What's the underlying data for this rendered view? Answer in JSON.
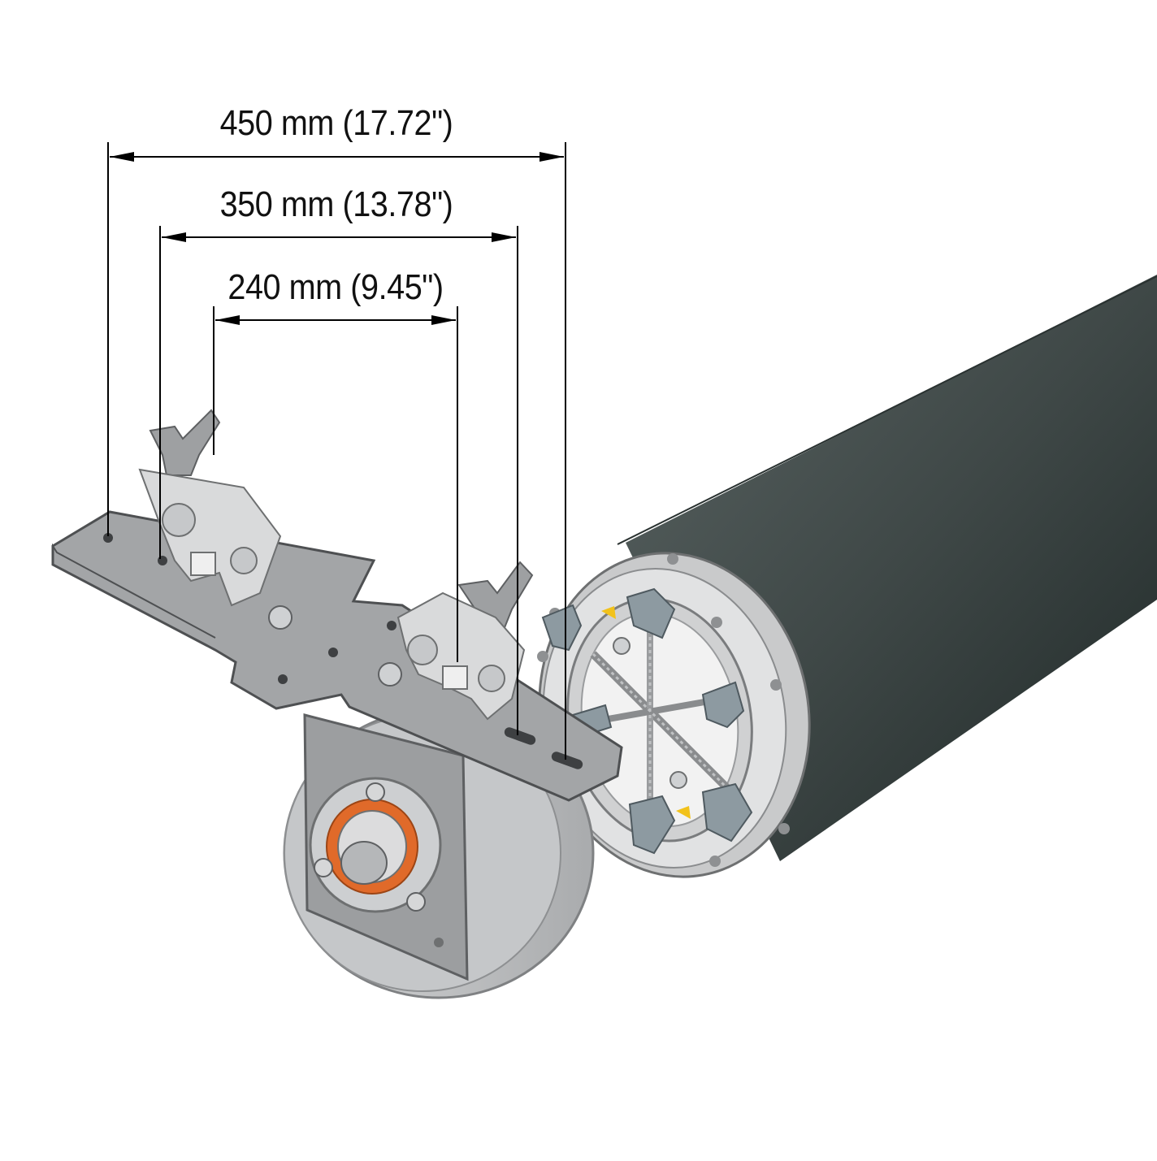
{
  "dimensions": [
    {
      "id": "outer",
      "label": "450 mm (17.72\")"
    },
    {
      "id": "middle",
      "label": "350 mm (13.78\")"
    },
    {
      "id": "inner",
      "label": "240 mm (9.45\")"
    }
  ],
  "colors": {
    "background": "#ffffff",
    "dimension_line": "#000000",
    "plate": "#9a9c9e",
    "clamp": "#cfd1d3",
    "wheel": "#bdbfc1",
    "tube": "#3f4747",
    "flange": "#d7d8d9",
    "bearing_ring": "#e06a2a",
    "accent_yellow": "#f2c21b"
  }
}
